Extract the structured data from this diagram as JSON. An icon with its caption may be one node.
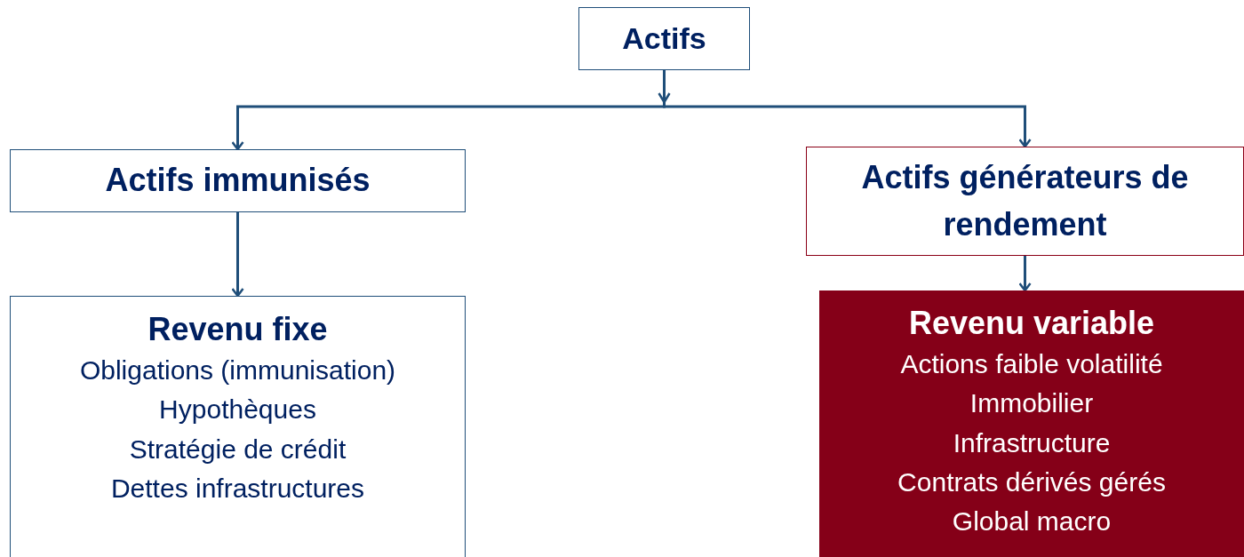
{
  "diagram": {
    "nodes": [
      {
        "text": [
          "Actifs"
        ]
      },
      {
        "text": [
          "Actifs immunisés"
        ]
      },
      {
        "text": [
          "Actifs générateurs de rendement"
        ]
      },
      {
        "text": [
          "Revenu fixe",
          "Obligations (immunisation)",
          "Hypothèques",
          "Stratégie de crédit",
          "Dettes infrastructures"
        ]
      },
      {
        "text": [
          "Revenu variable",
          "Actions faible volatilité",
          "Immobilier",
          "Infrastructure",
          "Contrats dérivés gérés",
          "Global macro"
        ]
      }
    ],
    "edges": [
      {
        "from": 0,
        "to": 1,
        "arrow": "to"
      },
      {
        "from": 0,
        "to": 2,
        "arrow": "to"
      },
      {
        "from": 1,
        "to": 3,
        "arrow": "to"
      },
      {
        "from": 2,
        "to": 4,
        "arrow": "to"
      }
    ]
  }
}
